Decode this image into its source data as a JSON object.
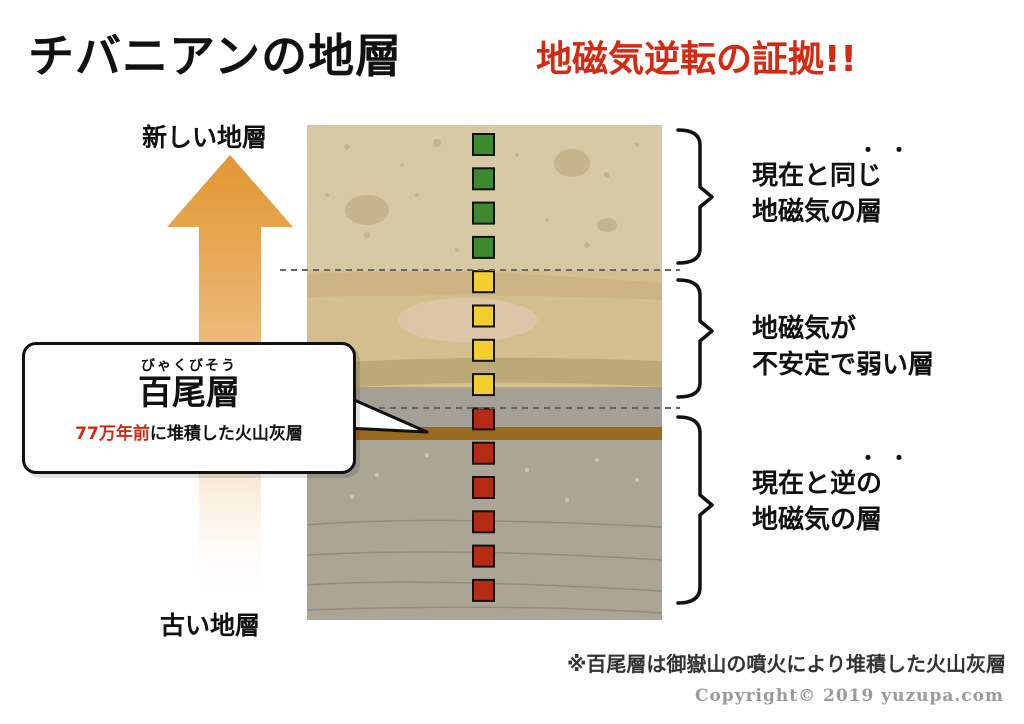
{
  "header": {
    "title": "チバニアンの地層",
    "subtitle": "地磁気逆転の証拠!!"
  },
  "axis": {
    "top_label": "新しい地層",
    "bottom_label": "古い地層"
  },
  "zones": [
    {
      "line1": "現在と同じ",
      "line2": "地磁気の層",
      "emphasis": "・・",
      "marker_color": "#3d8a2e",
      "marker_count": 4
    },
    {
      "line1": "地磁気が",
      "line2": "不安定で弱い層",
      "marker_color": "#f2cf2f",
      "marker_count": 4
    },
    {
      "line1": "現在と逆の",
      "line2": "地磁気の層",
      "emphasis": "・・",
      "marker_color": "#b52a12",
      "marker_count": 6
    }
  ],
  "callout": {
    "ruby": "びゃくびそう",
    "name": "百尾層",
    "age": "77万年前",
    "description": "に堆積した火山灰層"
  },
  "footnote": "※百尾層は御嶽山の噴火により堆積した火山灰層",
  "copyright": "Copyright© 2019 yuzupa.com",
  "colors": {
    "accent_red": "#d42a12",
    "arrow_orange": "#e59a35",
    "ash_band": "#9a6a1f"
  }
}
